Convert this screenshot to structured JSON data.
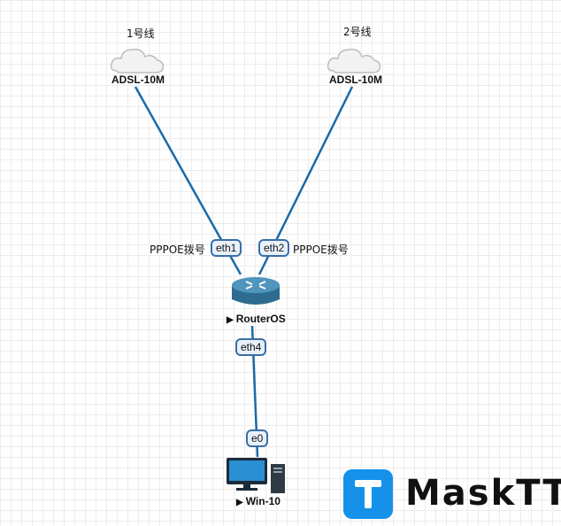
{
  "nodes": {
    "cloud1": {
      "caption": "1号线",
      "name": "ADSL-10M"
    },
    "cloud2": {
      "caption": "2号线",
      "name": "ADSL-10M"
    },
    "router": {
      "name": "RouterOS"
    },
    "pc": {
      "name": "Win-10"
    }
  },
  "ports": {
    "router_eth1": "eth1",
    "router_eth2": "eth2",
    "router_eth4": "eth4",
    "pc_e0": "e0"
  },
  "link_labels": {
    "left": "PPPOE拨号",
    "right": "PPPOE拨号"
  },
  "watermark": {
    "letter": "T",
    "text": "MaskTT"
  },
  "colors": {
    "link": "#1a6aa8",
    "port_border": "#3a6ea5",
    "logo": "#1591ea"
  }
}
